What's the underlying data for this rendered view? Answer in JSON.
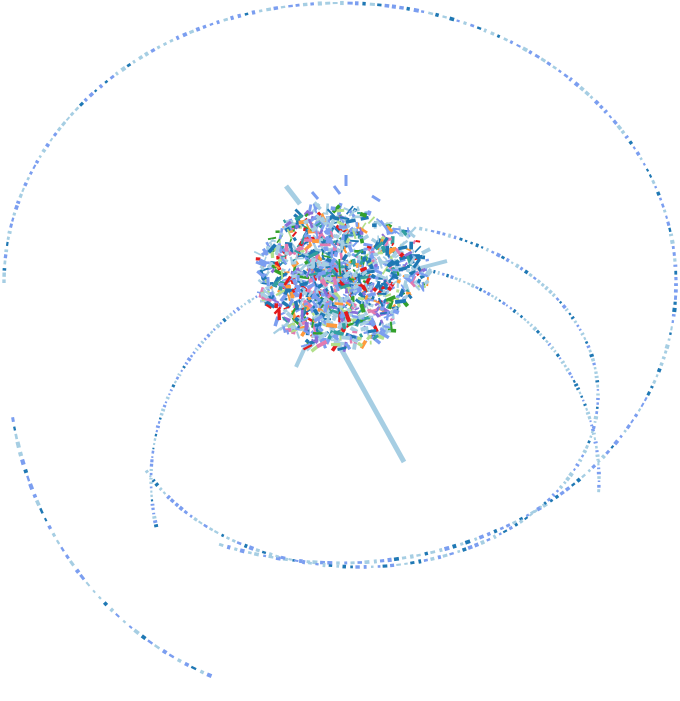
{
  "diagram": {
    "type": "network-graph",
    "background": "#ffffff",
    "palette": {
      "light_blue": "#a6cee3",
      "periwinkle": "#7b9ef0",
      "dark_blue": "#1f78b4",
      "teal": "#33a0a0",
      "green": "#33a02c",
      "light_green": "#b2df8a",
      "pink": "#e37bb0",
      "orange": "#ff9a3c",
      "red": "#e31a1c",
      "purple": "#8a6fd8"
    },
    "structures": [
      {
        "name": "dense-core-cluster",
        "description_hidden": true
      },
      {
        "name": "large-outer-ring"
      },
      {
        "name": "lower-loop"
      },
      {
        "name": "inner-arc"
      },
      {
        "name": "long-spoke"
      }
    ]
  }
}
